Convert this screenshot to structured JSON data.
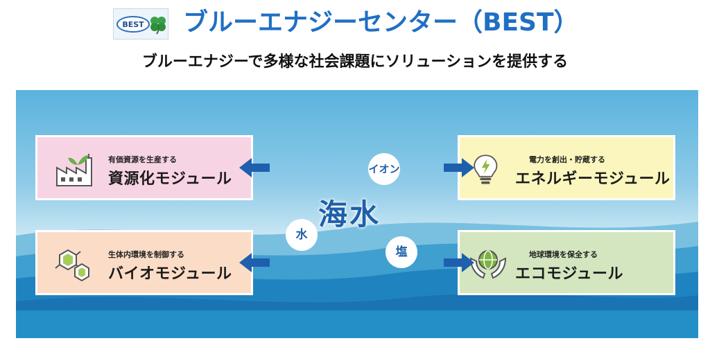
{
  "header": {
    "logo_text": "BEST",
    "title": "ブルーエナジーセンター（BEST）",
    "subtitle": "ブルーエナジーで多様な社会課題にソリューションを提供する"
  },
  "center": {
    "label": "海水",
    "resources": {
      "ion": "イオン",
      "water": "水",
      "salt": "塩"
    }
  },
  "modules": {
    "resource": {
      "subtitle": "有価資源を生産する",
      "title": "資源化モジュール",
      "icon": "factory-sprout-icon"
    },
    "bio": {
      "subtitle": "生体内環境を制御する",
      "title": "バイオモジュール",
      "icon": "molecule-hexagon-icon"
    },
    "energy": {
      "subtitle": "電力を創出・貯蔵する",
      "title": "エネルギーモジュール",
      "icon": "lightbulb-bolt-icon"
    },
    "eco": {
      "subtitle": "地球環境を保全する",
      "title": "エコモジュール",
      "icon": "hands-globe-icon"
    }
  },
  "colors": {
    "title_blue": "#1f6fc4",
    "arrow_blue": "#1e5fae",
    "resource_bg": "#f7d4e4",
    "bio_bg": "#fbdcc7",
    "energy_bg": "#fbf6be",
    "eco_bg": "#d4e6c0"
  }
}
